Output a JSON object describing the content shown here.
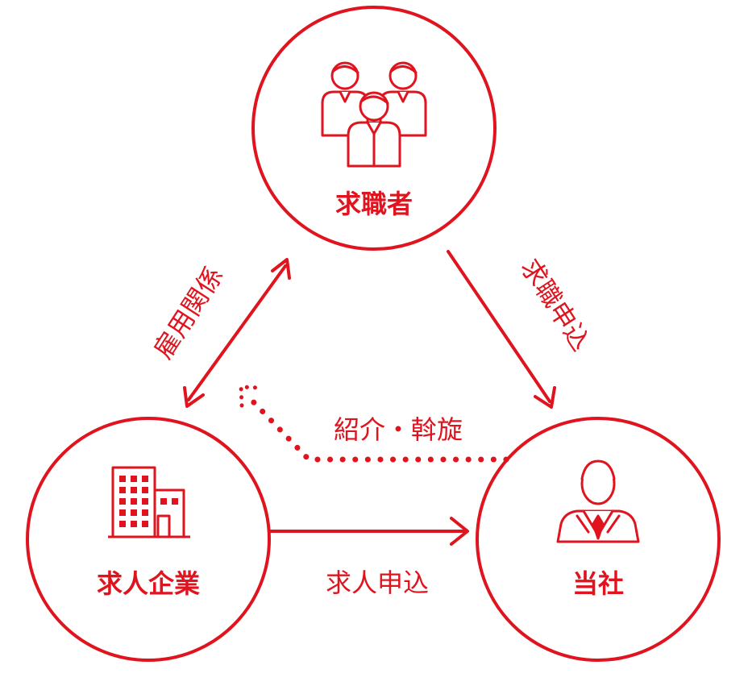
{
  "colors": {
    "accent": "#e0141e",
    "background": "#ffffff"
  },
  "nodes": {
    "job_seeker": {
      "label": "求職者",
      "icon": "people-group-icon"
    },
    "company": {
      "label": "求人企業",
      "icon": "office-building-icon"
    },
    "our_company": {
      "label": "当社",
      "icon": "businessman-icon"
    }
  },
  "edges": {
    "employment": {
      "label": "雇用関係",
      "from": "求人企業",
      "to": "求職者",
      "style": "solid",
      "direction": "both"
    },
    "job_application": {
      "label": "求職申込",
      "from": "求職者",
      "to": "当社",
      "style": "solid",
      "direction": "forward"
    },
    "job_offer": {
      "label": "求人申込",
      "from": "求人企業",
      "to": "当社",
      "style": "solid",
      "direction": "forward"
    },
    "referral": {
      "label": "紹介・斡旋",
      "from": "当社",
      "to": "求人企業",
      "style": "dotted",
      "direction": "forward"
    }
  }
}
